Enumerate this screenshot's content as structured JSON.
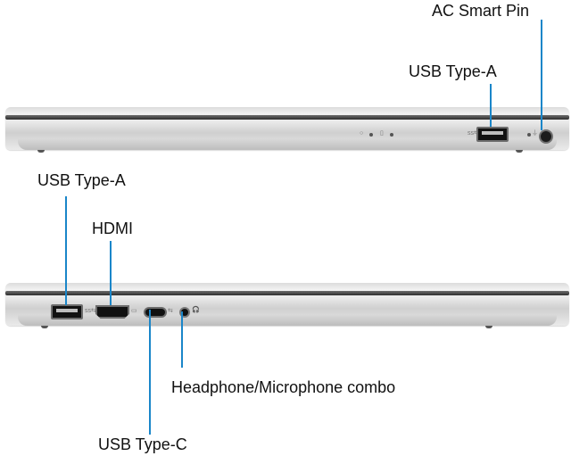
{
  "labels": {
    "ac_smart_pin": "AC Smart Pin",
    "usb_type_a_right": "USB Type-A",
    "usb_type_a_left": "USB Type-A",
    "hdmi": "HDMI",
    "headphone_combo": "Headphone/Microphone combo",
    "usb_type_c": "USB Type-C"
  },
  "colors": {
    "leader_line": "#1a86c9",
    "chassis": "#e6e6e6",
    "lid_seam": "#333333"
  },
  "icons": [
    "led-indicator-icon",
    "usb-ss-icon",
    "power-light-icon",
    "headset-icon"
  ]
}
